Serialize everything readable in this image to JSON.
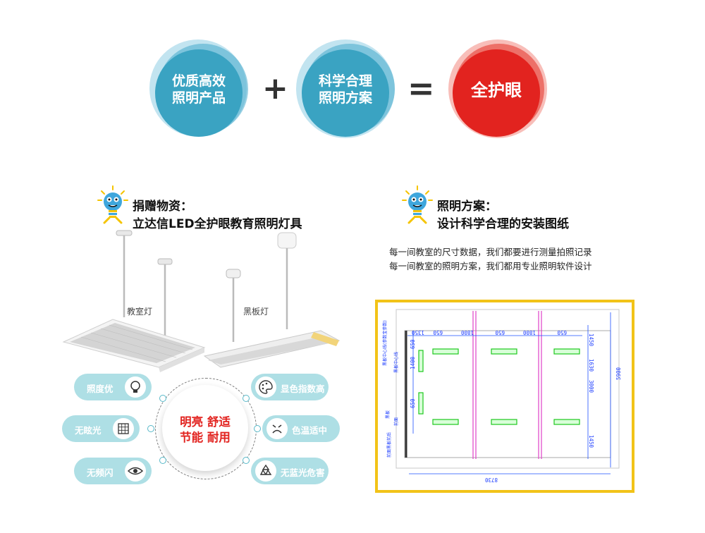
{
  "equation": {
    "circle1_line1": "优质高效",
    "circle1_line2": "照明产品",
    "plus": "+",
    "circle2_line1": "科学合理",
    "circle2_line2": "照明方案",
    "equals": "=",
    "result": "全护眼"
  },
  "left": {
    "title_line1": "捐赠物资：",
    "title_line2": "立达信LED全护眼教育照明灯具",
    "lamp1_label": "教室灯",
    "lamp2_label": "黑板灯",
    "center_line1": "明亮 舒适",
    "center_line2": "节能 耐用",
    "features": [
      {
        "label": "照度优",
        "icon": "lightbulb-icon"
      },
      {
        "label": "无眩光",
        "icon": "grid-icon"
      },
      {
        "label": "无频闪",
        "icon": "eye-icon"
      },
      {
        "label": "显色指数高",
        "icon": "palette-icon"
      },
      {
        "label": "色温适中",
        "icon": "face-icon"
      },
      {
        "label": "无蓝光危害",
        "icon": "recycle-icon"
      }
    ]
  },
  "right": {
    "title_line1": "照明方案：",
    "title_line2": "设计科学合理的安装图纸",
    "desc_line1": "每一间教室的尺寸数据，我们都要进行测量拍照记录",
    "desc_line2": "每一间教室的照明方案，我们都用专业照明软件设计",
    "drawing": {
      "dims_top": [
        "1350",
        "650",
        "1800",
        "650",
        "1800",
        "650"
      ],
      "dims_right": [
        "1450",
        "1630",
        "3000",
        "1450",
        "5900"
      ],
      "dims_left": [
        "1400",
        "650",
        "650"
      ],
      "dim_bottom": "8730",
      "side_text_1": "黑板中心线(参数宝参数)",
      "side_text_2": "黑板",
      "side_text_3": "黑板中心线",
      "side_text_4": "前面",
      "side_text_5": "前面黑板前后"
    }
  },
  "colors": {
    "blue_circle": "#3ea6c4",
    "red_circle": "#e42a26",
    "pill": "#aedfe5",
    "drawing_border": "#f2c318"
  }
}
